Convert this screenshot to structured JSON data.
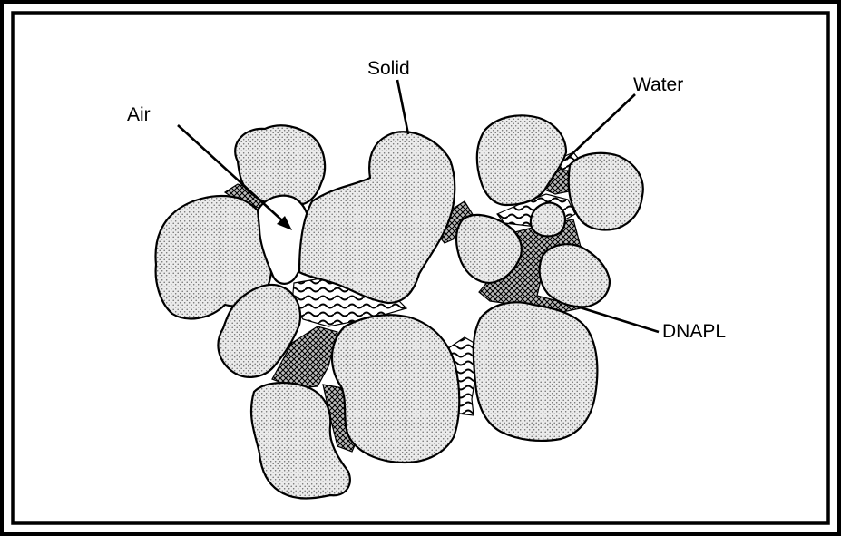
{
  "labels": {
    "air": "Air",
    "solid": "Solid",
    "water": "Water",
    "dnapl": "DNAPL"
  },
  "colors": {
    "frame": "#000000",
    "grain_fill": "#e4e4e4",
    "dnapl_hatch": "#000000",
    "water_wave": "#000000",
    "background": "#ffffff"
  }
}
